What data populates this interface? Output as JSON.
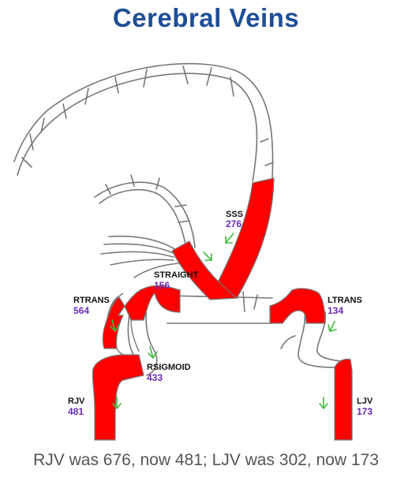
{
  "title": "Cerebral Veins",
  "caption": "RJV was 676, now 481; LJV was 302, now 173",
  "colors": {
    "title": "#1f4e96",
    "vessel_fill": "#ff0000",
    "outline": "#777777",
    "value": "#6a2bb5",
    "arrow": "#3dbb3d"
  },
  "labels": {
    "sss": {
      "name": "SSS",
      "value": "276"
    },
    "straight": {
      "name": "STRAIGHT",
      "value": "156"
    },
    "rtrans": {
      "name": "RTRANS",
      "value": "564"
    },
    "ltrans": {
      "name": "LTRANS",
      "value": "134"
    },
    "rsigmoid": {
      "name": "RSIGMOID",
      "value": "433"
    },
    "rjv": {
      "name": "RJV",
      "value": "481"
    },
    "ljv": {
      "name": "LJV",
      "value": "173"
    }
  }
}
